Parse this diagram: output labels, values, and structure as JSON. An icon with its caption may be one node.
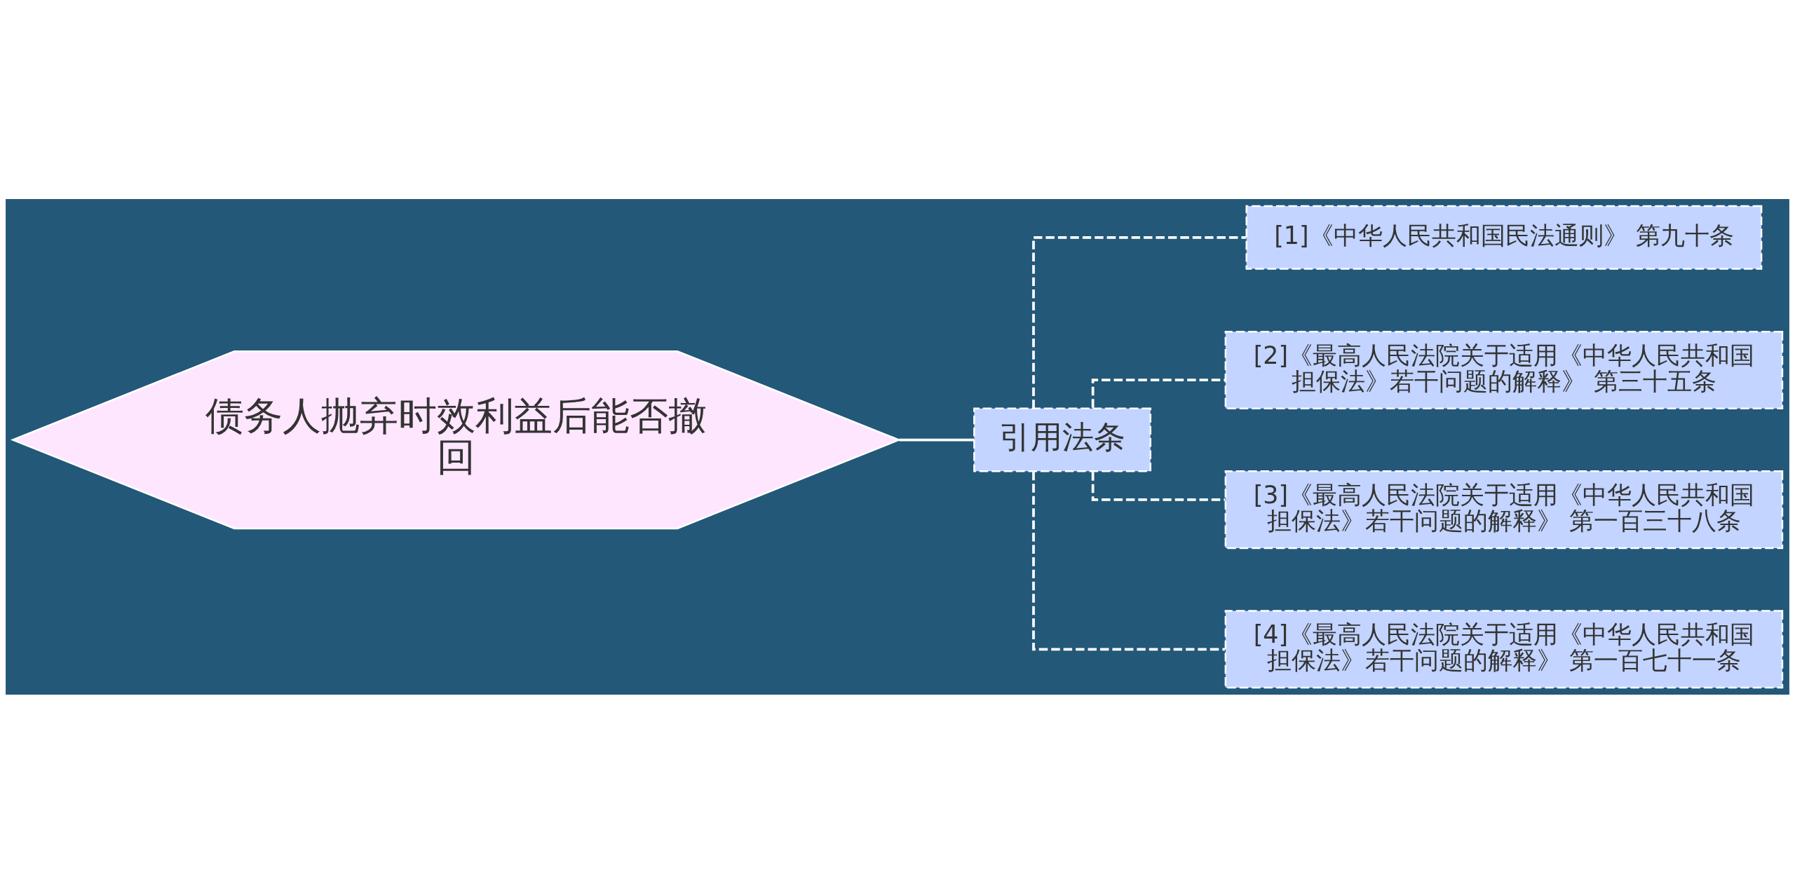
{
  "diagram": {
    "nodes": [
      {
        "text": [
          "债务人抛弃时效利益后能否撤回"
        ]
      },
      {
        "text": [
          "引用法条"
        ]
      },
      {
        "text": [
          "[1]《中华人民共和国民法通则》 第九十条"
        ]
      },
      {
        "text": [
          "[2]《最高人民法院关于适用《中华人民共和国担保法》若干问题的解释》 第三十五条"
        ]
      },
      {
        "text": [
          "[3]《最高人民法院关于适用《中华人民共和国担保法》若干问题的解释》 第一百三十八条"
        ]
      },
      {
        "text": [
          "[4]《最高人民法院关于适用《中华人民共和国担保法》若干问题的解释》 第一百七十一条"
        ]
      }
    ],
    "edges": [
      {
        "from": 0,
        "to": 1,
        "arrow": "none"
      },
      {
        "from": 1,
        "to": 2,
        "arrow": "none",
        "style": "dashed"
      },
      {
        "from": 1,
        "to": 3,
        "arrow": "none",
        "style": "dashed"
      },
      {
        "from": 1,
        "to": 4,
        "arrow": "none",
        "style": "dashed"
      },
      {
        "from": 1,
        "to": 5,
        "arrow": "none",
        "style": "dashed"
      }
    ]
  }
}
